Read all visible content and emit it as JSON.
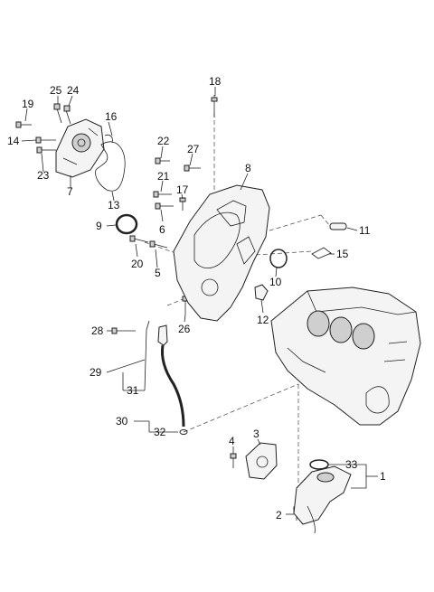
{
  "labels": {
    "p1": "1",
    "p2": "2",
    "p3": "3",
    "p4": "4",
    "p5": "5",
    "p6": "6",
    "p7": "7",
    "p8": "8",
    "p9": "9",
    "p10": "10",
    "p11": "11",
    "p12": "12",
    "p13": "13",
    "p14": "14",
    "p15": "15",
    "p16": "16",
    "p17": "17",
    "p18": "18",
    "p19": "19",
    "p20": "20",
    "p21": "21",
    "p22": "22",
    "p23": "23",
    "p24": "24",
    "p25": "25",
    "p26": "26",
    "p27": "27",
    "p28": "28",
    "p29": "29",
    "p30": "30",
    "p31": "31",
    "p32": "32",
    "p33": "33"
  }
}
